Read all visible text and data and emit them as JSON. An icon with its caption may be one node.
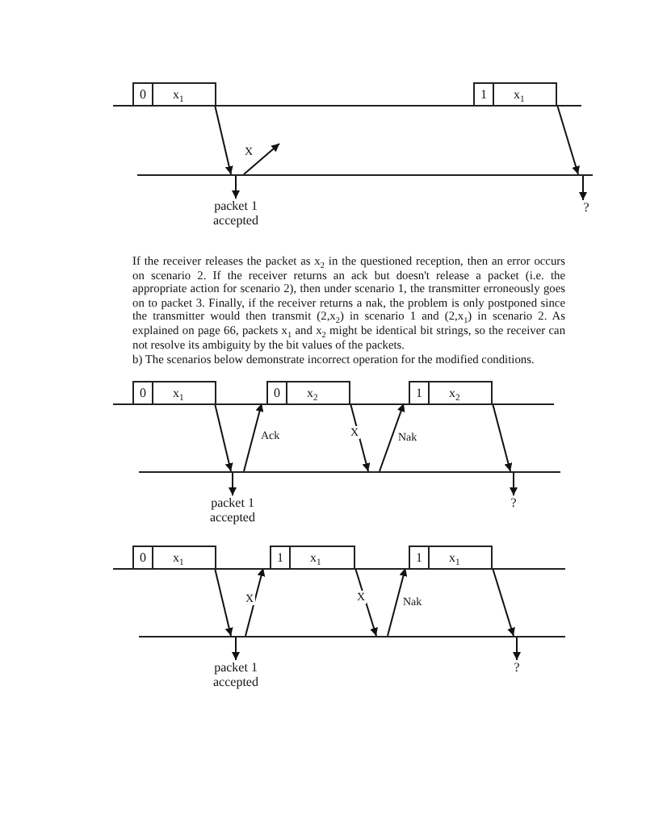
{
  "diagram": {
    "nodes": [
      {
        "text": [],
        "shape": "line"
      },
      {
        "text": [
          "0",
          "x$_{1}$"
        ]
      },
      {
        "text": [
          "1",
          "x$_{1}$"
        ]
      },
      {
        "text": [],
        "shape": "line"
      },
      {
        "text": [
          "packet 1 accepted"
        ]
      },
      {
        "text": [
          "?"
        ]
      },
      {
        "text": [],
        "shape": "line"
      },
      {
        "text": [
          "0",
          "x$_{1}$"
        ]
      },
      {
        "text": [
          "0",
          "x$_{2}$"
        ]
      },
      {
        "text": [
          "1",
          "x$_{2}$"
        ]
      },
      {
        "text": [],
        "shape": "line"
      },
      {
        "text": [
          "packet 1 accepted"
        ]
      },
      {
        "text": [
          "?"
        ]
      },
      {
        "text": [],
        "shape": "line"
      },
      {
        "text": [
          "0",
          "x$_{1}$"
        ]
      },
      {
        "text": [
          "1",
          "x$_{1}$"
        ]
      },
      {
        "text": [
          "1",
          "x$_{1}$"
        ]
      },
      {
        "text": [],
        "shape": "line"
      },
      {
        "text": [
          "packet 1 accepted"
        ]
      },
      {
        "text": [
          "?"
        ]
      }
    ],
    "edges": [
      {
        "from": 1,
        "to": 3,
        "arrow": "to"
      },
      {
        "from": 3,
        "to": 4,
        "arrow": "to"
      },
      {
        "from": 3,
        "to": null,
        "arrow": "to",
        "label": "X"
      },
      {
        "from": 2,
        "to": 3,
        "arrow": "to"
      },
      {
        "from": 3,
        "to": 5,
        "arrow": "to"
      },
      {
        "from": 7,
        "to": 10,
        "arrow": "to"
      },
      {
        "from": 10,
        "to": 11,
        "arrow": "to"
      },
      {
        "from": 10,
        "to": 8,
        "arrow": "to",
        "label": "Ack"
      },
      {
        "from": 8,
        "to": 10,
        "arrow": "to",
        "label": "X"
      },
      {
        "from": 10,
        "to": 9,
        "arrow": "to",
        "label": "Nak"
      },
      {
        "from": 9,
        "to": 10,
        "arrow": "to"
      },
      {
        "from": 10,
        "to": 12,
        "arrow": "to"
      },
      {
        "from": 14,
        "to": 17,
        "arrow": "to"
      },
      {
        "from": 17,
        "to": 18,
        "arrow": "to"
      },
      {
        "from": 17,
        "to": 15,
        "arrow": "to",
        "label": "X"
      },
      {
        "from": 15,
        "to": 17,
        "arrow": "to",
        "label": "X"
      },
      {
        "from": 17,
        "to": 16,
        "arrow": "to",
        "label": "Nak"
      },
      {
        "from": 16,
        "to": 17,
        "arrow": "to"
      },
      {
        "from": 17,
        "to": 19,
        "arrow": "to"
      }
    ],
    "labels": [
      "If the receiver releases the packet as x$_{2}$ in the questioned reception, then an error occurs on scenario 2. If the receiver returns an ack but doesn't release a packet (i.e. the appropriate action for scenario 2), then under scenario 1, the transmitter erroneously goes on to packet 3. Finally, if the receiver returns a nak, the problem is only postponed since the transmitter would then transmit (2,x$_{2}$) in scenario 1 and (2,x$_{1}$) in scenario 2. As explained on page 66, packets x$_{1}$ and x$_{2}$ might be identical bit strings, so the receiver can not resolve its ambiguity by the bit values of the packets.",
      "b) The scenarios below demonstrate incorrect operation for the modified conditions."
    ]
  }
}
